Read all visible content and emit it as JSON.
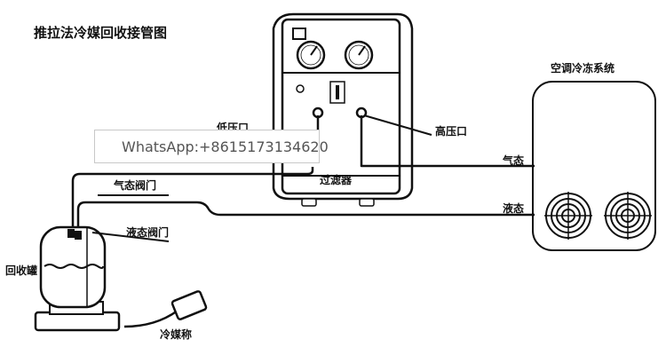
{
  "title": "推拉法冷媒回收接管图",
  "labels": {
    "ac_system": "空调冷冻系统",
    "low_port": "低压口",
    "high_port": "高压口",
    "filter": "过滤器",
    "gas_state": "气态",
    "liquid_state": "液态",
    "gas_valve": "气态阀门",
    "liquid_valve": "液态阀门",
    "recovery_tank": "回收罐",
    "refrigerant_scale": "冷媒称"
  },
  "overlay": {
    "whatsapp": "WhatsApp:+8615173134620"
  }
}
